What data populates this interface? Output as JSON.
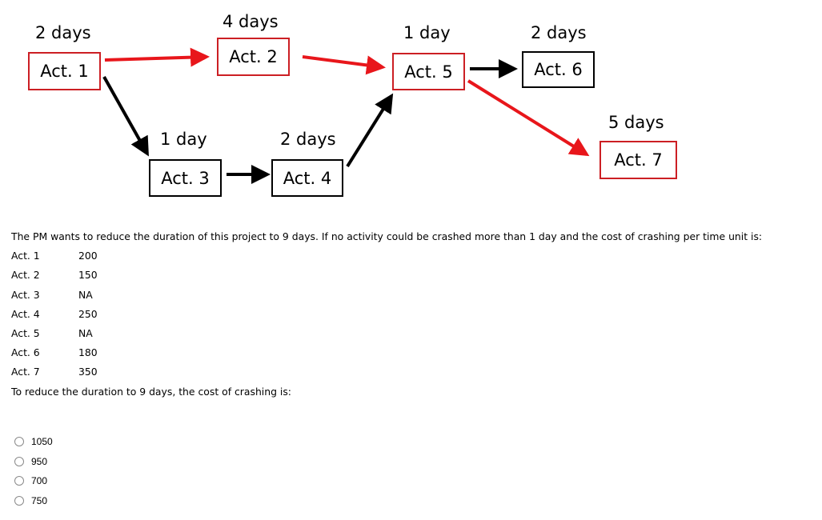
{
  "diagram": {
    "colors": {
      "critical": "#cc1f24",
      "normal": "#000000",
      "critical_arrow": "#e8161b"
    },
    "activities": [
      {
        "id": "act1",
        "label": "Act. 1",
        "duration": "2 days",
        "critical": true
      },
      {
        "id": "act2",
        "label": "Act. 2",
        "duration": "4 days",
        "critical": true
      },
      {
        "id": "act3",
        "label": "Act. 3",
        "duration": "1 day",
        "critical": false
      },
      {
        "id": "act4",
        "label": "Act. 4",
        "duration": "2 days",
        "critical": false
      },
      {
        "id": "act5",
        "label": "Act. 5",
        "duration": "1 day",
        "critical": true
      },
      {
        "id": "act6",
        "label": "Act. 6",
        "duration": "2 days",
        "critical": false
      },
      {
        "id": "act7",
        "label": "Act. 7",
        "duration": "5 days",
        "critical": true
      }
    ],
    "edges": [
      {
        "from": "Act. 1",
        "to": "Act. 2",
        "critical": true
      },
      {
        "from": "Act. 1",
        "to": "Act. 3",
        "critical": false
      },
      {
        "from": "Act. 2",
        "to": "Act. 5",
        "critical": true
      },
      {
        "from": "Act. 3",
        "to": "Act. 4",
        "critical": false
      },
      {
        "from": "Act. 4",
        "to": "Act. 5",
        "critical": false
      },
      {
        "from": "Act. 5",
        "to": "Act. 6",
        "critical": false
      },
      {
        "from": "Act. 5",
        "to": "Act. 7",
        "critical": true
      }
    ]
  },
  "question": {
    "intro": "The PM wants to reduce the duration of this project to 9 days. If no activity could be crashed more than 1 day and the cost of crashing per time unit is:",
    "costs": [
      {
        "activity": "Act. 1",
        "cost": "200"
      },
      {
        "activity": "Act. 2",
        "cost": "150"
      },
      {
        "activity": "Act. 3",
        "cost": "NA"
      },
      {
        "activity": "Act. 4",
        "cost": "250"
      },
      {
        "activity": "Act. 5",
        "cost": "NA"
      },
      {
        "activity": "Act. 6",
        "cost": "180"
      },
      {
        "activity": "Act. 7",
        "cost": "350"
      }
    ],
    "prompt": "To reduce the duration to 9 days, the cost of crashing is:"
  },
  "options": [
    {
      "label": "1050",
      "selected": false
    },
    {
      "label": "950",
      "selected": false
    },
    {
      "label": "700",
      "selected": false
    },
    {
      "label": "750",
      "selected": false
    }
  ]
}
